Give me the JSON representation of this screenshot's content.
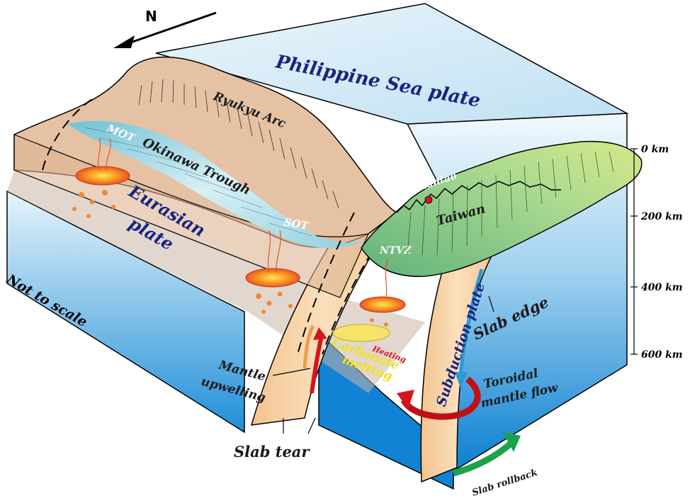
{
  "labels": {
    "north": "N",
    "philippine_sea_plate": "Philippine Sea plate",
    "ryukyu_arc": "Ryukyu Arc",
    "mot": "MOT",
    "okinawa_trough": "Okinawa Trough",
    "eurasian": "Eurasian",
    "plate": "plate",
    "sot": "SOT",
    "kueishantao": "Kueishantao",
    "taiwan": "Taiwan",
    "ntvz": "NTVZ",
    "not_to_scale": "Not to scale",
    "subduction_plate": "Subduction plate",
    "slab_edge": "Slab edge",
    "toroidal": "Toroidal",
    "mantle_flow": "mantle flow",
    "mantle": "Mantle",
    "upwelling": "upwelling",
    "carbonate": "Carbonate",
    "melting": "melting",
    "heating": "Heating",
    "slab_tear": "Slab tear",
    "slab_rollback": "Slab rollback"
  },
  "depth_scale": [
    "0 km",
    "200 km",
    "400 km",
    "600 km"
  ],
  "colors": {
    "sea_dark": "#0a7fd0",
    "sea_light": "#e8f4fb",
    "crust": "#e9c9ad",
    "slab": "#f8d3a2",
    "taiwan_green": "#8fcf8f",
    "trough_blue": "#7fc6d8",
    "label_navy": "#1a237e",
    "arrow_red": "#d6141e",
    "arrow_blue": "#2a9ad8",
    "arrow_green": "#1ba34a",
    "carbonate_yellow": "#f2e21a"
  }
}
